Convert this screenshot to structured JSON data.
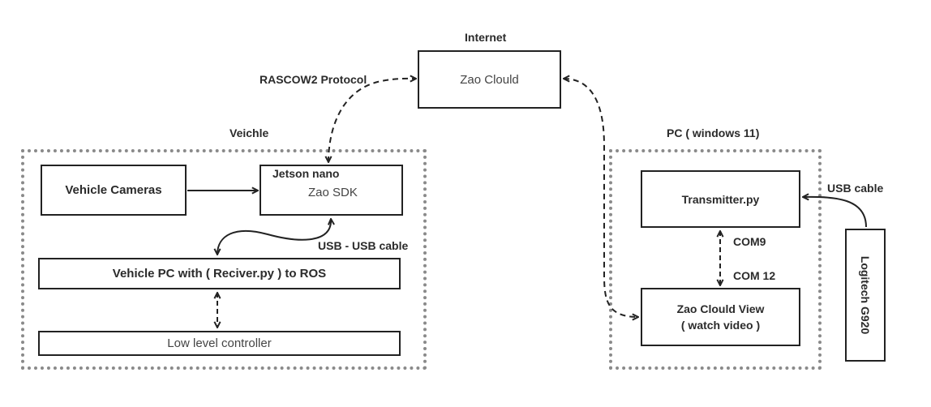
{
  "internet": {
    "label": "Internet",
    "cloud_box": "Zao Clould"
  },
  "rascow_label": "RASCOW2 Protocol",
  "vehicle": {
    "label": "Veichle",
    "cameras": "Vehicle Cameras",
    "jetson_title": "Jetson nano",
    "jetson_sub": "Zao SDK",
    "usb_label": "USB - USB cable",
    "pc_box": "Vehicle PC with ( Reciver.py ) to ROS",
    "controller": "Low level controller"
  },
  "pc": {
    "label": "PC ( windows 11)",
    "transmitter": "Transmitter.py",
    "com9": "COM9",
    "com12": "COM 12",
    "view_line1": "Zao Clould View",
    "view_line2": "( watch video )"
  },
  "usb_cable": "USB cable",
  "logitech": "Logitech G920"
}
